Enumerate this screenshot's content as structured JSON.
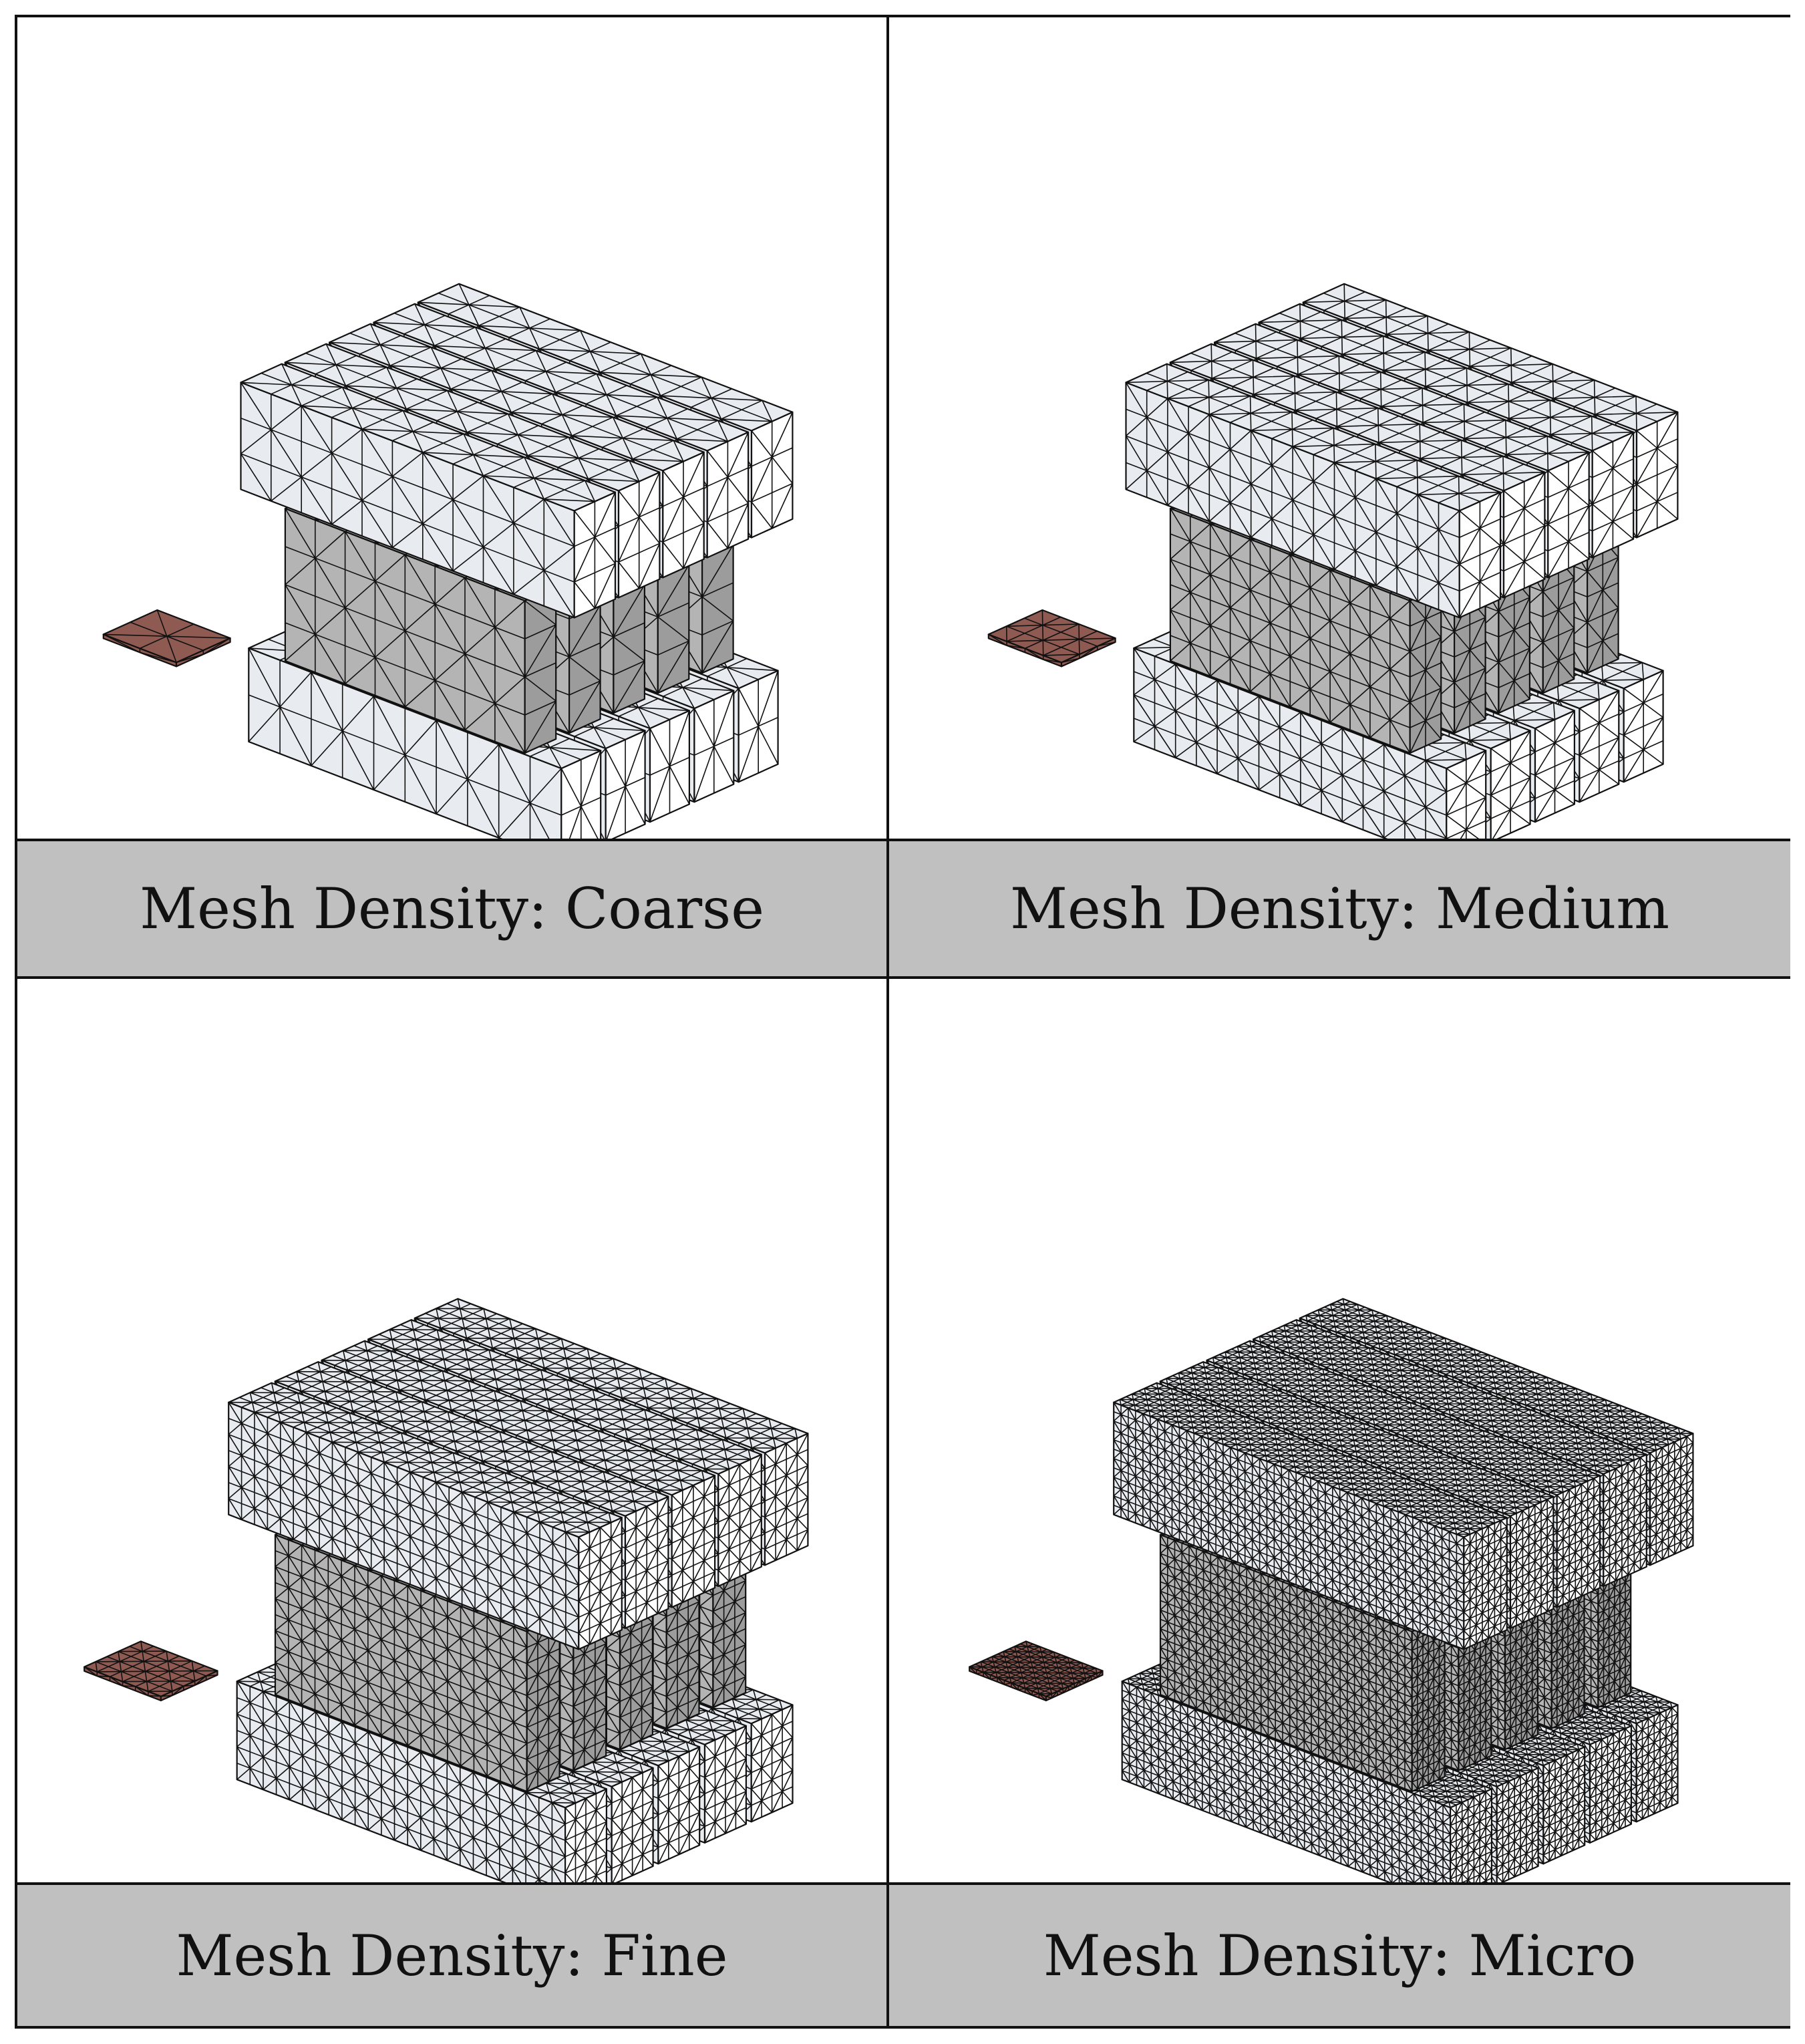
{
  "panels": [
    {
      "id": "coarse",
      "label": "Mesh Density: Coarse",
      "grid_n": 2
    },
    {
      "id": "medium",
      "label": "Mesh Density: Medium",
      "grid_n": 3
    },
    {
      "id": "fine",
      "label": "Mesh Density: Fine",
      "grid_n": 5
    },
    {
      "id": "micro",
      "label": "Mesh Density: Micro",
      "grid_n": 9
    }
  ],
  "colors": {
    "mesh_light": "#e8ecf0",
    "mesh_side": "#ffffff",
    "core": "#b4b4b4",
    "core_dark": "#9c9c9c",
    "pad": "#8e5a52",
    "edge": "#111111",
    "label_bg": "#c0c0c0"
  }
}
